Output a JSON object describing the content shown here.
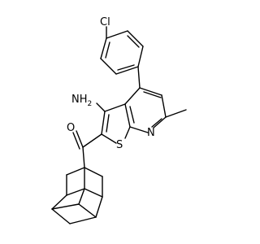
{
  "atoms": {
    "cl": "Cl",
    "nh2": "NH",
    "nh2_sub": "2",
    "n": "N",
    "s": "S",
    "o": "O"
  }
}
